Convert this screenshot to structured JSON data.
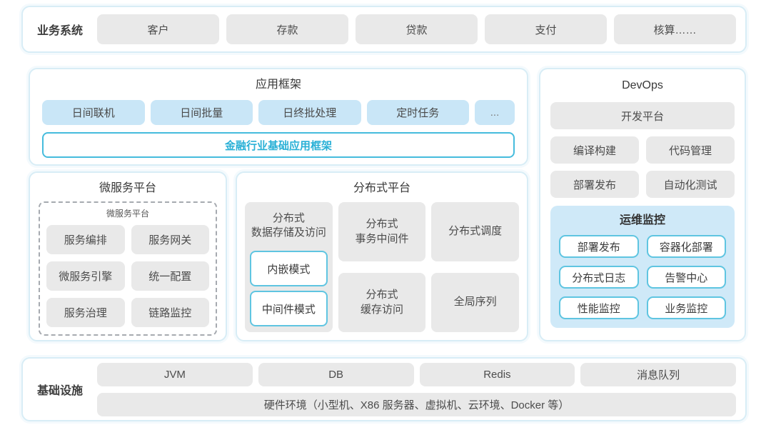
{
  "colors": {
    "accent_cyan": "#29b0d6",
    "outline_cyan": "#5fc5e1",
    "panel_border": "#d8edf6",
    "light_blue_fill": "#c9e6f7",
    "ops_panel_fill": "#cfe9f8",
    "gray_fill": "#e9e9e9"
  },
  "business": {
    "label": "业务系统",
    "items": [
      "客户",
      "存款",
      "贷款",
      "支付",
      "核算……"
    ]
  },
  "app_framework": {
    "title": "应用框架",
    "modules": [
      "日间联机",
      "日间批量",
      "日终批处理",
      "定时任务",
      "..."
    ],
    "foundation": "金融行业基础应用框架"
  },
  "devops": {
    "title": "DevOps",
    "dev_platform": "开发平台",
    "tools": [
      "编译构建",
      "代码管理",
      "部署发布",
      "自动化测试"
    ],
    "ops_monitoring": {
      "title": "运维监控",
      "items": [
        "部署发布",
        "容器化部署",
        "分布式日志",
        "告警中心",
        "性能监控",
        "业务监控"
      ]
    }
  },
  "microservice_platform": {
    "title": "微服务平台",
    "inner_title": "微服务平台",
    "items": [
      "服务编排",
      "服务网关",
      "微服务引擎",
      "统一配置",
      "服务治理",
      "链路监控"
    ]
  },
  "distributed_platform": {
    "title": "分布式平台",
    "data_storage": {
      "label": "分布式\n数据存储及访问",
      "modes": [
        "内嵌模式",
        "中间件模式"
      ]
    },
    "cells": [
      "分布式\n事务中间件",
      "分布式调度",
      "分布式\n缓存访问",
      "全局序列"
    ]
  },
  "infrastructure": {
    "label": "基础设施",
    "items": [
      "JVM",
      "DB",
      "Redis",
      "消息队列"
    ],
    "hardware": "硬件环境（小型机、X86 服务器、虚拟机、云环境、Docker 等）"
  }
}
